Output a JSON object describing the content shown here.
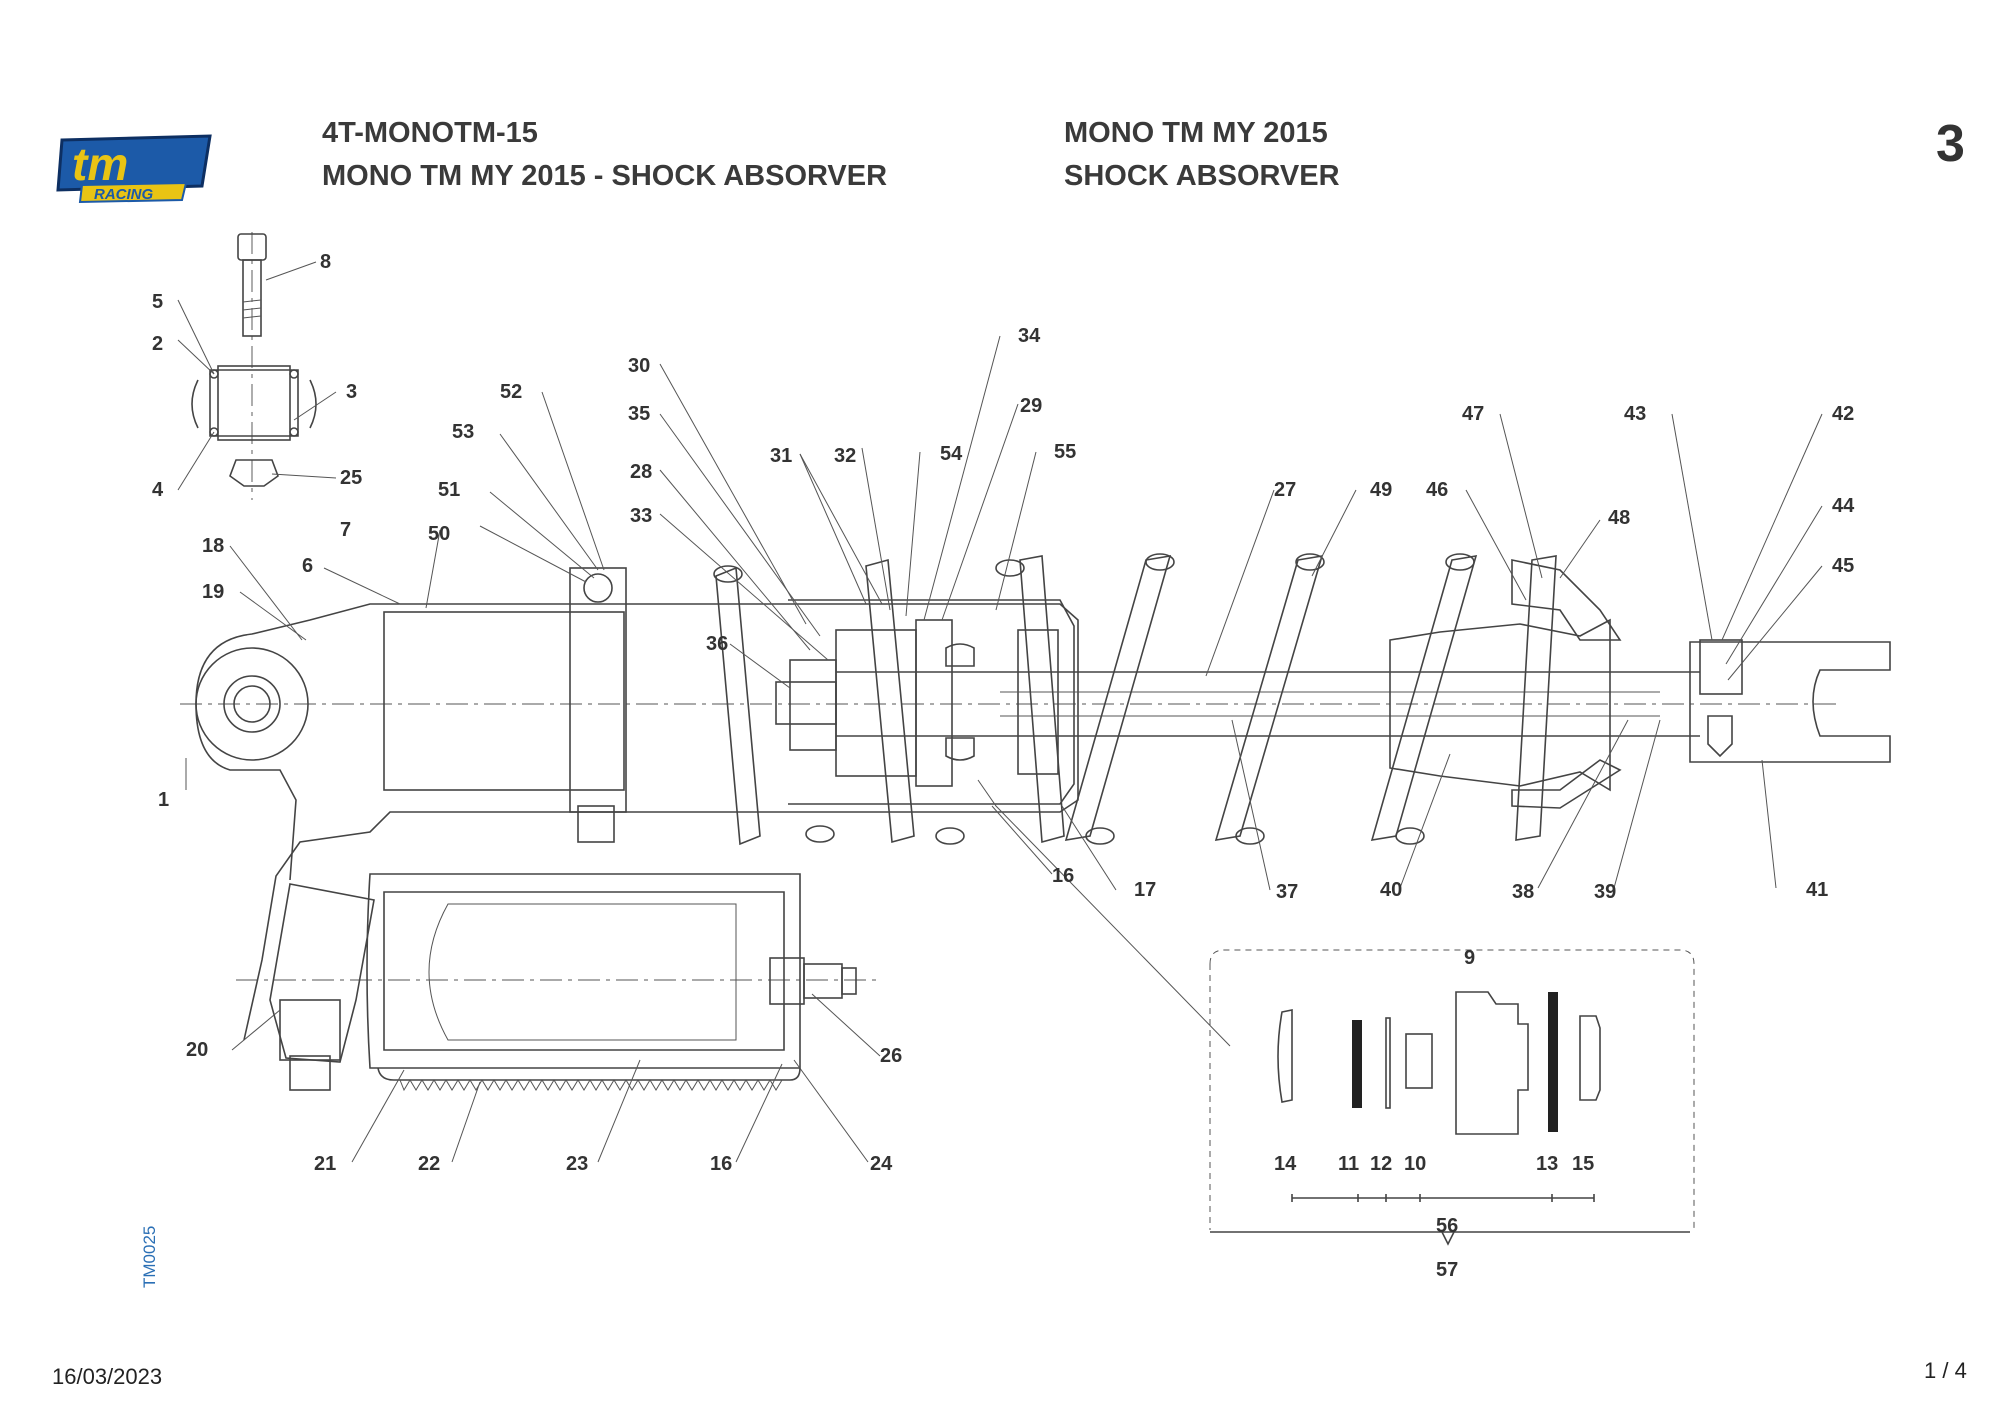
{
  "header": {
    "code": "4T-MONOTM-15",
    "subtitle": "MONO TM MY 2015 - SHOCK ABSORVER",
    "model": "MONO TM MY 2015",
    "group": "SHOCK ABSORVER",
    "page_index": "3"
  },
  "logo": {
    "main": "tm",
    "sub": "RACING"
  },
  "side_code": "TM0025",
  "footer": {
    "date": "16/03/2023",
    "page": "1 / 4"
  },
  "callouts": [
    "1",
    "2",
    "3",
    "4",
    "5",
    "6",
    "7",
    "8",
    "9",
    "10",
    "11",
    "12",
    "13",
    "14",
    "15",
    "16",
    "16",
    "16",
    "17",
    "18",
    "19",
    "20",
    "21",
    "22",
    "23",
    "24",
    "25",
    "26",
    "27",
    "28",
    "29",
    "30",
    "31",
    "32",
    "33",
    "34",
    "35",
    "36",
    "37",
    "38",
    "39",
    "40",
    "41",
    "42",
    "43",
    "44",
    "45",
    "46",
    "47",
    "48",
    "49",
    "50",
    "51",
    "52",
    "53",
    "54",
    "55",
    "56",
    "57"
  ],
  "colors": {
    "line": "#444444",
    "logo_blue": "#1c5aa8",
    "logo_yellow": "#e9c414",
    "text": "#333333"
  }
}
